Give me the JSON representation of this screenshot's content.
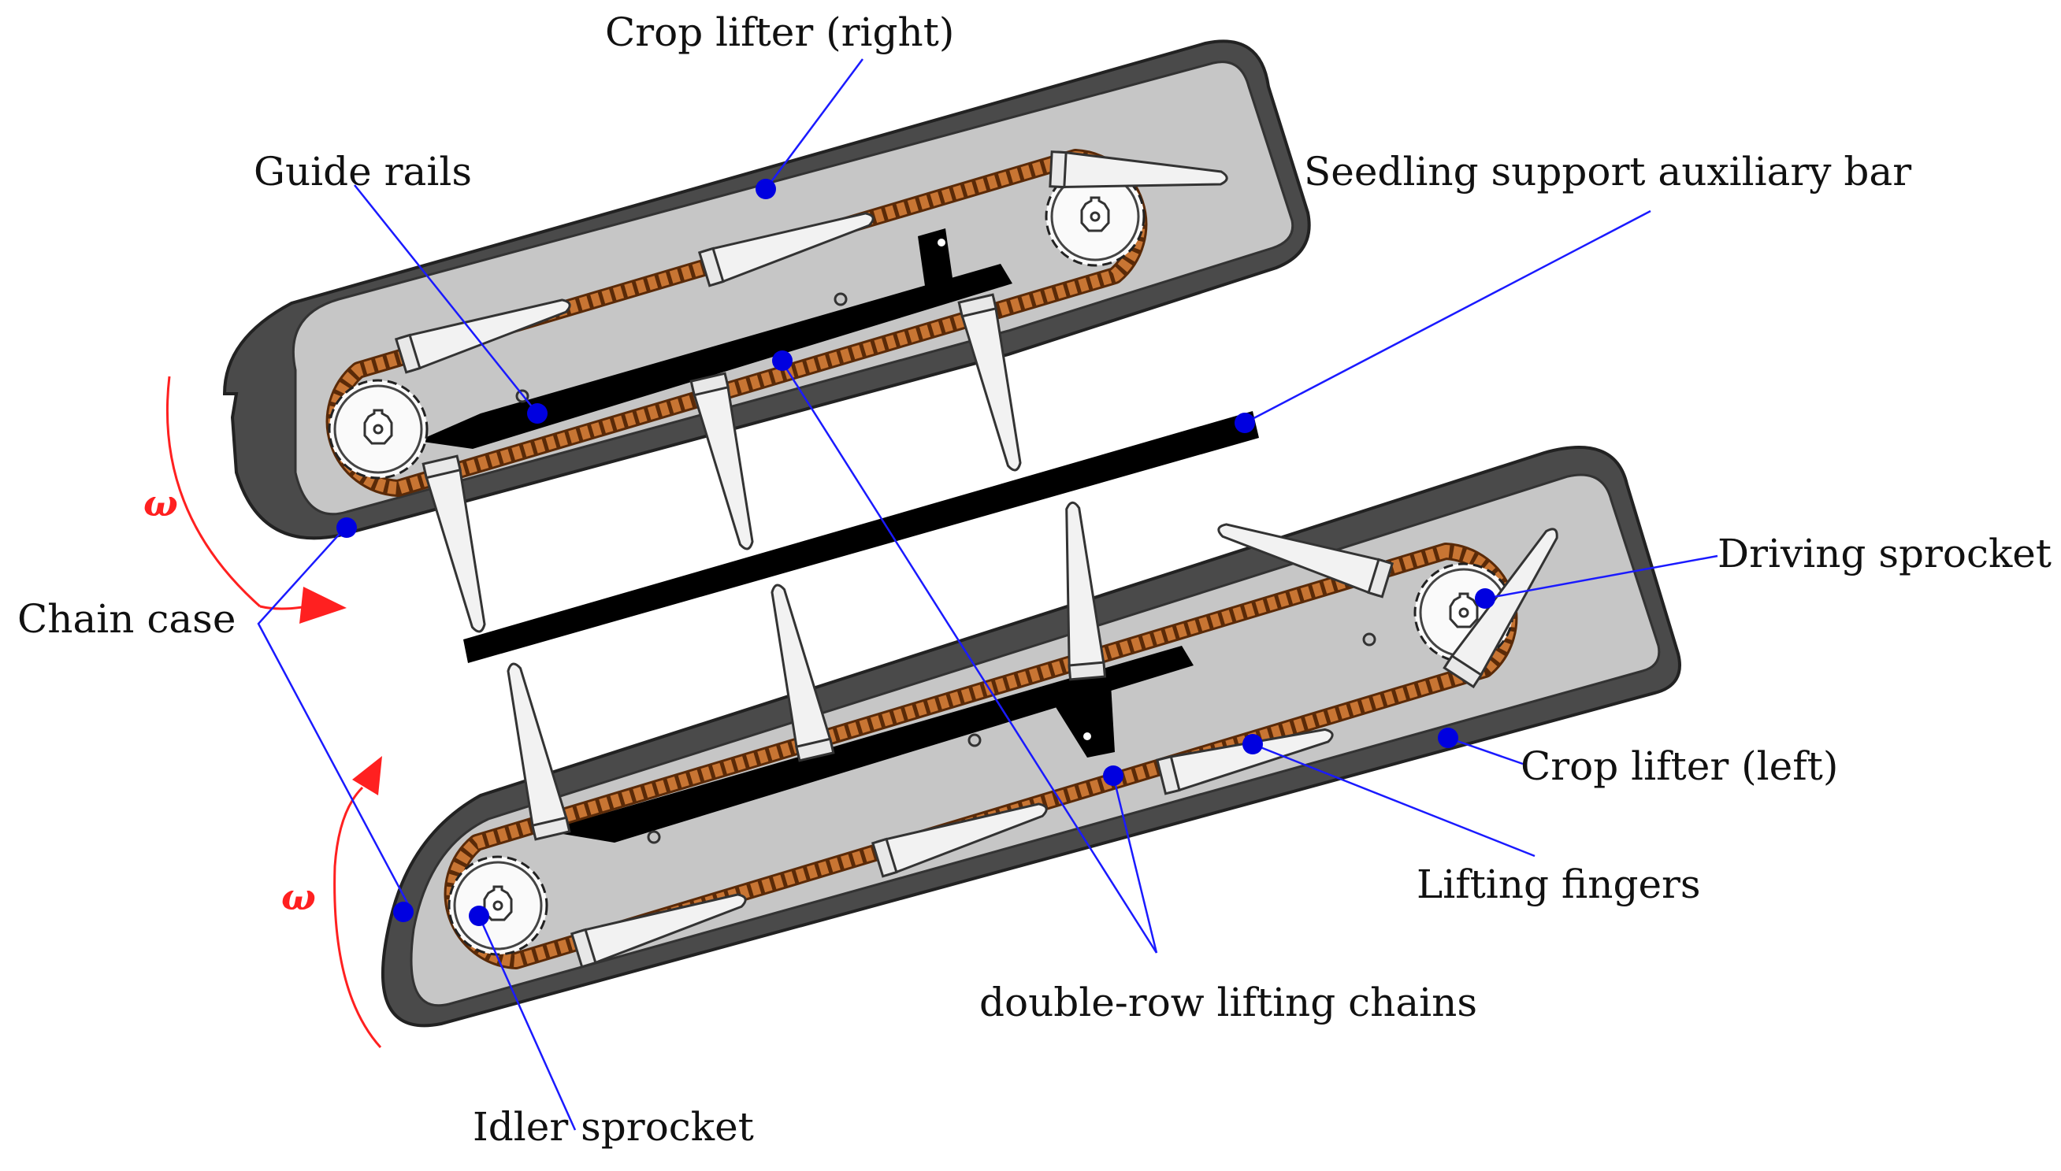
{
  "labels": {
    "crop_lifter_right": "Crop lifter (right)",
    "guide_rails": "Guide rails",
    "seedling_support_bar": "Seedling support auxiliary bar",
    "chain_case": "Chain case",
    "driving_sprocket": "Driving sprocket",
    "crop_lifter_left": "Crop lifter (left)",
    "lifting_fingers": "Lifting fingers",
    "double_row_lifting_chains": "double-row lifting chains",
    "idler_sprocket": "Idler sprocket",
    "omega_upper": "ω",
    "omega_lower": "ω"
  },
  "colors": {
    "case_outer": "#4a4a4a",
    "case_inner": "#c6c6c6",
    "chain": "#c87533",
    "chain_dark": "#5a2a08",
    "rail": "#000000",
    "finger": "#f2f2f2",
    "leader": "#1a1aff",
    "marker": "#0000e0",
    "rotation": "#ff2020"
  },
  "icons": {
    "sprocket": "gear-icon",
    "rotation": "curved-arrow-icon"
  }
}
